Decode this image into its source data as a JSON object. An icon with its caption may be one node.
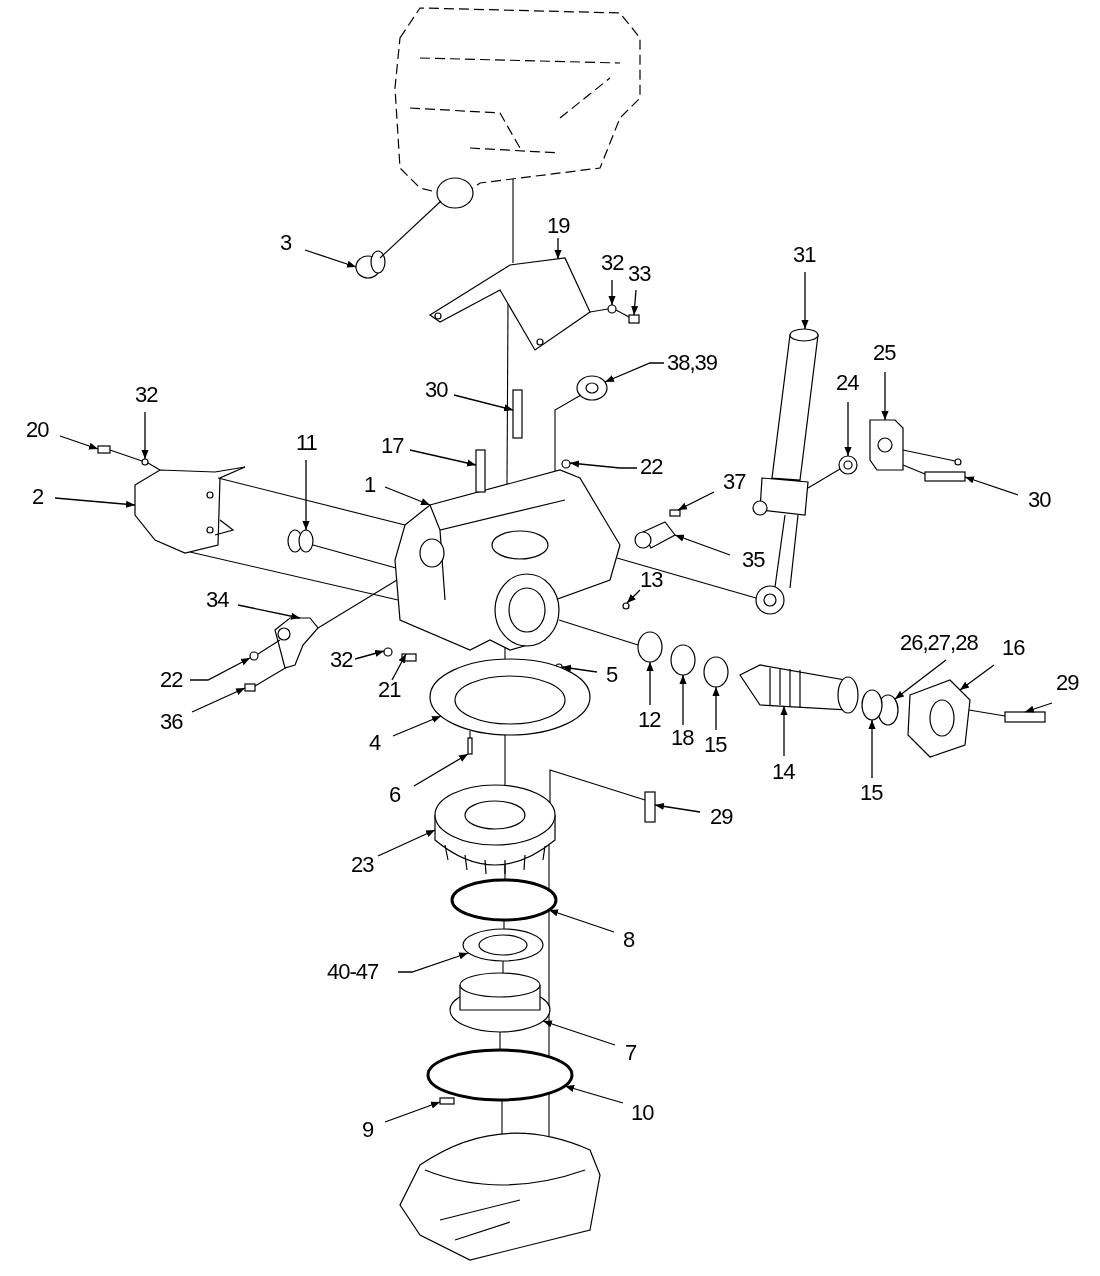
{
  "diagram": {
    "nodes": [
      {
        "text": [
          "3"
        ]
      },
      {
        "text": [
          "19"
        ]
      },
      {
        "text": [
          "32"
        ]
      },
      {
        "text": [
          "33"
        ]
      },
      {
        "text": [
          "31"
        ]
      },
      {
        "text": [
          "38,39"
        ]
      },
      {
        "text": [
          "30"
        ]
      },
      {
        "text": [
          "25"
        ]
      },
      {
        "text": [
          "24"
        ]
      },
      {
        "text": [
          "32"
        ]
      },
      {
        "text": [
          "20"
        ]
      },
      {
        "text": [
          "11"
        ]
      },
      {
        "text": [
          "17"
        ]
      },
      {
        "text": [
          "22"
        ]
      },
      {
        "text": [
          "37"
        ]
      },
      {
        "text": [
          "1"
        ]
      },
      {
        "text": [
          "30"
        ]
      },
      {
        "text": [
          "2"
        ]
      },
      {
        "text": [
          "35"
        ]
      },
      {
        "text": [
          "13"
        ]
      },
      {
        "text": [
          "34"
        ]
      },
      {
        "text": [
          "32"
        ]
      },
      {
        "text": [
          "22"
        ]
      },
      {
        "text": [
          "21"
        ]
      },
      {
        "text": [
          "5"
        ]
      },
      {
        "text": [
          "36"
        ]
      },
      {
        "text": [
          "12"
        ]
      },
      {
        "text": [
          "18"
        ]
      },
      {
        "text": [
          "26,27,28"
        ]
      },
      {
        "text": [
          "16"
        ]
      },
      {
        "text": [
          "29"
        ]
      },
      {
        "text": [
          "15"
        ]
      },
      {
        "text": [
          "4"
        ]
      },
      {
        "text": [
          "14"
        ]
      },
      {
        "text": [
          "15"
        ]
      },
      {
        "text": [
          "6"
        ]
      },
      {
        "text": [
          "29"
        ]
      },
      {
        "text": [
          "23"
        ]
      },
      {
        "text": [
          "8"
        ]
      },
      {
        "text": [
          "40-47"
        ]
      },
      {
        "text": [
          "7"
        ]
      },
      {
        "text": [
          "10"
        ]
      },
      {
        "text": [
          "9"
        ]
      },
      {
        "text": [],
        "shape": "circle"
      },
      {
        "text": [],
        "shape": "picture"
      },
      {
        "text": [],
        "shape": "circle"
      },
      {
        "text": [],
        "shape": "box"
      },
      {
        "text": [],
        "shape": "picture"
      },
      {
        "text": [],
        "shape": "circle"
      },
      {
        "text": [],
        "shape": "box"
      },
      {
        "text": [],
        "shape": "picture"
      },
      {
        "text": [],
        "shape": "circle"
      },
      {
        "text": [],
        "shape": "circle"
      },
      {
        "text": [],
        "shape": "box"
      },
      {
        "text": [],
        "shape": "circle"
      },
      {
        "text": [],
        "shape": "box"
      },
      {
        "text": [],
        "shape": "circle"
      },
      {
        "text": [],
        "shape": "box"
      },
      {
        "text": [],
        "shape": "picture"
      },
      {
        "text": [],
        "shape": "box"
      },
      {
        "text": [],
        "shape": "picture"
      },
      {
        "text": [],
        "shape": "picture"
      },
      {
        "text": [],
        "shape": "circle"
      },
      {
        "text": [],
        "shape": "picture"
      },
      {
        "text": [],
        "shape": "circle"
      },
      {
        "text": [],
        "shape": "circle"
      },
      {
        "text": [],
        "shape": "box"
      },
      {
        "text": [],
        "shape": "circle"
      },
      {
        "text": [],
        "shape": "box"
      },
      {
        "text": [],
        "shape": "circle"
      },
      {
        "text": [],
        "shape": "circle"
      },
      {
        "text": [],
        "shape": "circle"
      },
      {
        "text": [],
        "shape": "picture"
      },
      {
        "text": [],
        "shape": "box"
      },
      {
        "text": [],
        "shape": "circle"
      },
      {
        "text": [],
        "shape": "circle"
      },
      {
        "text": [],
        "shape": "picture"
      },
      {
        "text": [],
        "shape": "circle"
      },
      {
        "text": [],
        "shape": "box"
      },
      {
        "text": [],
        "shape": "box"
      },
      {
        "text": [],
        "shape": "picture"
      },
      {
        "text": [],
        "shape": "circle"
      },
      {
        "text": [],
        "shape": "circle"
      },
      {
        "text": [],
        "shape": "picture"
      },
      {
        "text": [],
        "shape": "circle"
      },
      {
        "text": [],
        "shape": "box"
      },
      {
        "text": [],
        "shape": "picture"
      },
      {
        "text": [],
        "shape": "picture"
      },
      {
        "text": [],
        "shape": "circle"
      }
    ],
    "edges": [
      {
        "from": 0,
        "to": 43,
        "arrow": "to"
      },
      {
        "from": 1,
        "to": 44,
        "arrow": "to"
      },
      {
        "from": 2,
        "to": 45,
        "arrow": "to"
      },
      {
        "from": 3,
        "to": 46,
        "arrow": "to"
      },
      {
        "from": 4,
        "to": 47,
        "arrow": "to"
      },
      {
        "from": 5,
        "to": 48,
        "arrow": "to"
      },
      {
        "from": 6,
        "to": 49,
        "arrow": "to"
      },
      {
        "from": 7,
        "to": 50,
        "arrow": "to"
      },
      {
        "from": 8,
        "to": 51,
        "arrow": "to"
      },
      {
        "from": 9,
        "to": 52,
        "arrow": "to"
      },
      {
        "from": 10,
        "to": 53,
        "arrow": "to"
      },
      {
        "from": 11,
        "to": 54,
        "arrow": "to"
      },
      {
        "from": 12,
        "to": 55,
        "arrow": "to"
      },
      {
        "from": 13,
        "to": 56,
        "arrow": "to"
      },
      {
        "from": 14,
        "to": 57,
        "arrow": "to"
      },
      {
        "from": 15,
        "to": 58,
        "arrow": "to"
      },
      {
        "from": 16,
        "to": 59,
        "arrow": "to"
      },
      {
        "from": 17,
        "to": 60,
        "arrow": "to"
      },
      {
        "from": 18,
        "to": 61,
        "arrow": "to"
      },
      {
        "from": 19,
        "to": 62,
        "arrow": "to"
      },
      {
        "from": 20,
        "to": 63,
        "arrow": "to"
      },
      {
        "from": 21,
        "to": 64,
        "arrow": "to"
      },
      {
        "from": 22,
        "to": 65,
        "arrow": "to"
      },
      {
        "from": 23,
        "to": 66,
        "arrow": "to"
      },
      {
        "from": 24,
        "to": 67,
        "arrow": "to"
      },
      {
        "from": 25,
        "to": 68,
        "arrow": "to"
      },
      {
        "from": 26,
        "to": 69,
        "arrow": "to"
      },
      {
        "from": 27,
        "to": 70,
        "arrow": "to"
      },
      {
        "from": 28,
        "to": 71,
        "arrow": "to"
      },
      {
        "from": 29,
        "to": 72,
        "arrow": "to"
      },
      {
        "from": 30,
        "to": 73,
        "arrow": "to"
      },
      {
        "from": 31,
        "to": 74,
        "arrow": "to"
      },
      {
        "from": 32,
        "to": 75,
        "arrow": "to"
      },
      {
        "from": 33,
        "to": 76,
        "arrow": "to"
      },
      {
        "from": 34,
        "to": 77,
        "arrow": "to"
      },
      {
        "from": 35,
        "to": 78,
        "arrow": "to"
      },
      {
        "from": 36,
        "to": 79,
        "arrow": "to"
      },
      {
        "from": 37,
        "to": 80,
        "arrow": "to"
      },
      {
        "from": 38,
        "to": 81,
        "arrow": "to"
      },
      {
        "from": 39,
        "to": 82,
        "arrow": "to"
      },
      {
        "from": 40,
        "to": 83,
        "arrow": "to"
      },
      {
        "from": 41,
        "to": 84,
        "arrow": "to"
      },
      {
        "from": 42,
        "to": 85,
        "arrow": "to"
      },
      {
        "from": 43,
        "to": 86,
        "arrow": "none"
      },
      {
        "from": 86,
        "to": 44,
        "arrow": "none"
      },
      {
        "from": 44,
        "to": 58,
        "arrow": "none"
      },
      {
        "from": 44,
        "to": 45,
        "arrow": "none"
      },
      {
        "from": 45,
        "to": 46,
        "arrow": "none"
      },
      {
        "from": 48,
        "to": 58,
        "arrow": "none"
      },
      {
        "from": 60,
        "to": 58,
        "arrow": "none"
      },
      {
        "from": 58,
        "to": 60,
        "arrow": "none"
      },
      {
        "from": 53,
        "to": 52,
        "arrow": "none"
      },
      {
        "from": 52,
        "to": 60,
        "arrow": "none"
      },
      {
        "from": 54,
        "to": 58,
        "arrow": "none"
      },
      {
        "from": 63,
        "to": 58,
        "arrow": "none"
      },
      {
        "from": 65,
        "to": 63,
        "arrow": "none"
      },
      {
        "from": 68,
        "to": 63,
        "arrow": "none"
      },
      {
        "from": 58,
        "to": 47,
        "arrow": "none"
      },
      {
        "from": 47,
        "to": 51,
        "arrow": "none"
      },
      {
        "from": 50,
        "to": 88,
        "arrow": "none"
      },
      {
        "from": 50,
        "to": 59,
        "arrow": "none"
      },
      {
        "from": 58,
        "to": 69,
        "arrow": "none"
      },
      {
        "from": 72,
        "to": 73,
        "arrow": "none"
      },
      {
        "from": 75,
        "to": 78,
        "arrow": "none"
      },
      {
        "from": 58,
        "to": 75,
        "arrow": "none"
      },
      {
        "from": 75,
        "to": 80,
        "arrow": "none"
      },
      {
        "from": 80,
        "to": 81,
        "arrow": "none"
      },
      {
        "from": 81,
        "to": 82,
        "arrow": "none"
      },
      {
        "from": 82,
        "to": 83,
        "arrow": "none"
      },
      {
        "from": 83,
        "to": 84,
        "arrow": "none"
      },
      {
        "from": 84,
        "to": 87,
        "arrow": "none"
      },
      {
        "from": 79,
        "to": 80,
        "arrow": "none"
      },
      {
        "from": 81,
        "to": 80,
        "arrow": "none"
      },
      {
        "from": 81,
        "to": 83,
        "arrow": "none"
      },
      {
        "from": 84,
        "to": 83,
        "arrow": "none"
      },
      {
        "from": 87,
        "to": 84,
        "arrow": "none"
      }
    ]
  }
}
